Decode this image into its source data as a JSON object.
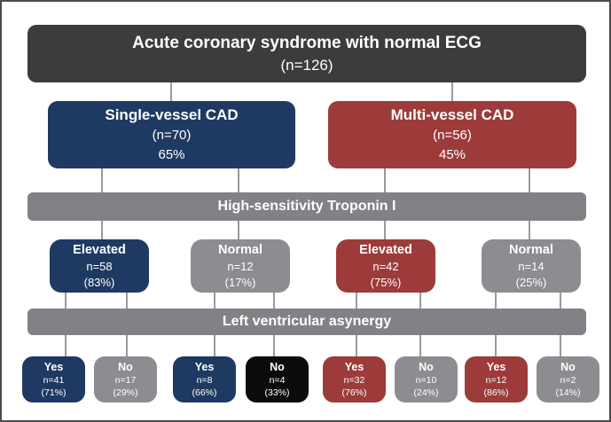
{
  "root": {
    "title": "Acute coronary syndrome with normal ECG",
    "n": "(n=126)"
  },
  "branches": [
    {
      "label": "Single-vessel CAD",
      "n": "(n=70)",
      "pct": "65%"
    },
    {
      "label": "Multi-vessel CAD",
      "n": "(n=56)",
      "pct": "45%"
    }
  ],
  "banners": [
    {
      "label": "High-sensitivity Troponin I"
    },
    {
      "label": "Left ventricular asynergy"
    }
  ],
  "troponin": [
    {
      "label": "Elevated",
      "n": "n=58",
      "pct": "(83%)"
    },
    {
      "label": "Normal",
      "n": "n=12",
      "pct": "(17%)"
    },
    {
      "label": "Elevated",
      "n": "n=42",
      "pct": "(75%)"
    },
    {
      "label": "Normal",
      "n": "n=14",
      "pct": "(25%)"
    }
  ],
  "asynergy": [
    {
      "label": "Yes",
      "n": "n=41",
      "pct": "(71%)"
    },
    {
      "label": "No",
      "n": "n=17",
      "pct": "(29%)"
    },
    {
      "label": "Yes",
      "n": "n=8",
      "pct": "(66%)"
    },
    {
      "label": "No",
      "n": "n=4",
      "pct": "(33%)"
    },
    {
      "label": "Yes",
      "n": "n=32",
      "pct": "(76%)"
    },
    {
      "label": "No",
      "n": "n=10",
      "pct": "(24%)"
    },
    {
      "label": "Yes",
      "n": "n=12",
      "pct": "(86%)"
    },
    {
      "label": "No",
      "n": "n=2",
      "pct": "(14%)"
    }
  ],
  "colors": {
    "root_box": "#3a3c3e",
    "navy": "#1f3a62",
    "red": "#9c3b3a",
    "gray_box": "#8b8d90",
    "black_box": "#0b0b0b",
    "banner_gray": "#808285",
    "connector": "#9a9a9a",
    "text": "#ffffff",
    "canvas_border": "#4a4c4e"
  }
}
